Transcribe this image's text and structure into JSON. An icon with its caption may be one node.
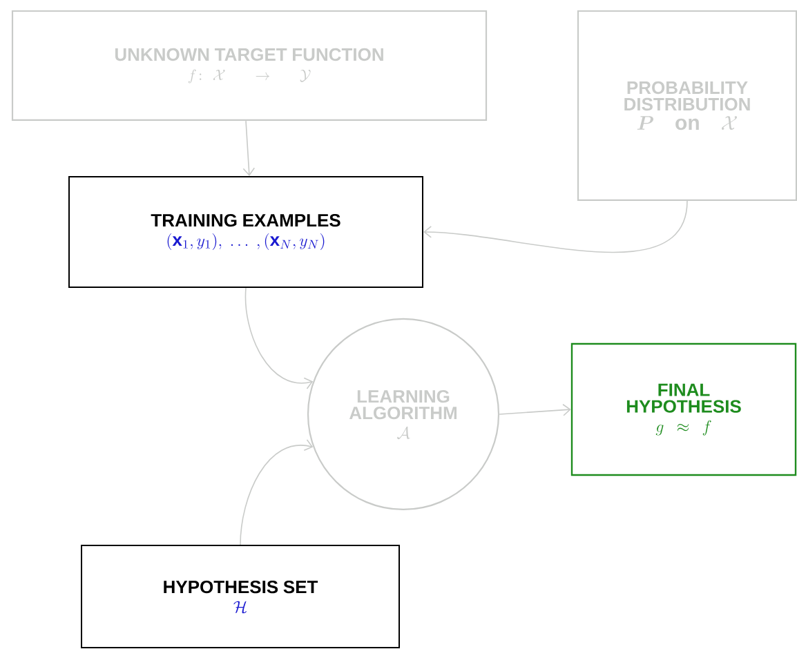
{
  "diagram": {
    "nodes": [
      {
        "text": [
          "UNKNOWN TARGET FUNCTION",
          "f\\colon \\mathcal{X}\\to\\mathcal{Y}"
        ]
      },
      {
        "text": [
          "PROBABILITY DISTRIBUTION",
          "\\boldsymbol{P}\\quad\\textbf{on}\\quad\\mathcal{X}"
        ]
      },
      {
        "text": [
          "TRAINING EXAMPLES",
          "(\\mathbf{x}_1,y_1),\\ \\ldots\\ ,(\\mathbf{x}_N,y_N)"
        ]
      },
      {
        "text": [
          "LEARNING ALGORITHM",
          "\\mathcal{A}"
        ]
      },
      {
        "text": [
          "FINAL HYPOTHESIS",
          "g\\approx f"
        ]
      },
      {
        "text": [
          "HYPOTHESIS SET",
          "\\mathcal{H}"
        ]
      }
    ],
    "edges": [
      {
        "from": 0,
        "to": 2,
        "arrow": "to"
      },
      {
        "from": 1,
        "to": 2,
        "arrow": "to"
      },
      {
        "from": 2,
        "to": 3,
        "arrow": "to"
      },
      {
        "from": 5,
        "to": 3,
        "arrow": "to"
      },
      {
        "from": 3,
        "to": 4,
        "arrow": "to"
      }
    ]
  }
}
